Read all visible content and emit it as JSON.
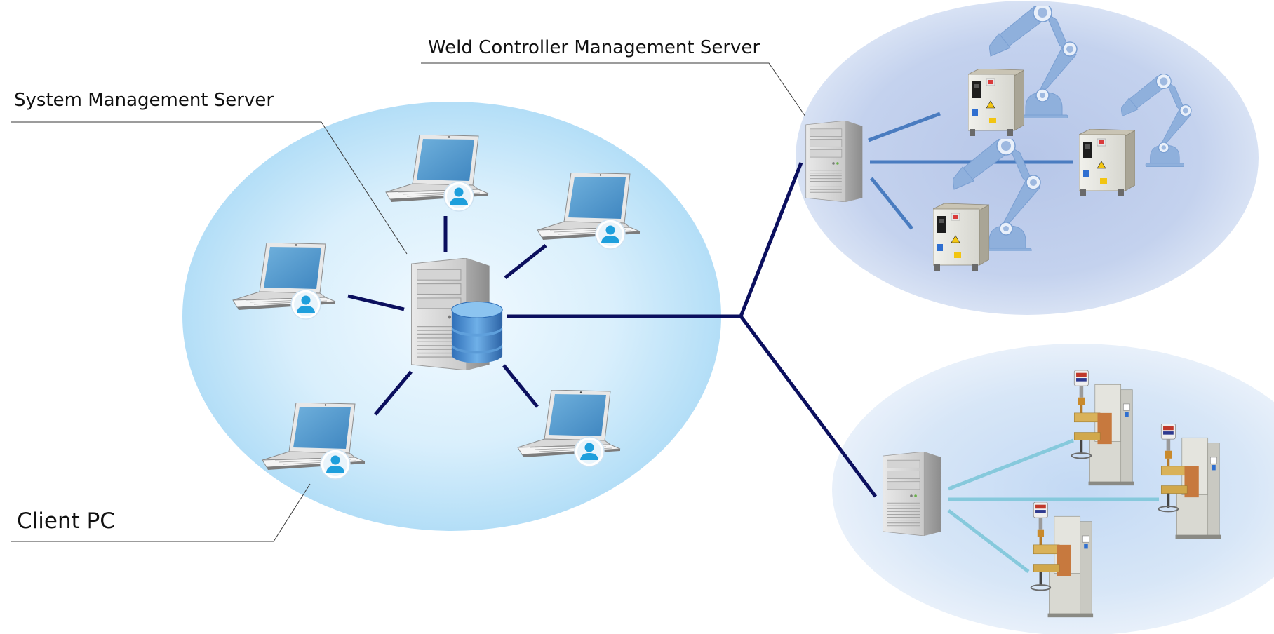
{
  "labels": {
    "system_server": "System Management Server",
    "weld_server": "Weld Controller Management Server",
    "client_pc": "Client PC"
  },
  "colors": {
    "main_link": "#0b0f5e",
    "robot_link": "#4a7cc0",
    "gun_link": "#86c9dc",
    "client_network": "#b9e1f7",
    "robot_network": "#c2d0ec",
    "gun_network": "#d6e4f6"
  },
  "icons": {
    "server": "server-tower-icon",
    "database": "database-icon",
    "laptop": "laptop-icon",
    "user": "user-icon",
    "robot": "robot-arm-icon",
    "controller": "weld-controller-icon",
    "welder": "spot-welder-icon"
  }
}
